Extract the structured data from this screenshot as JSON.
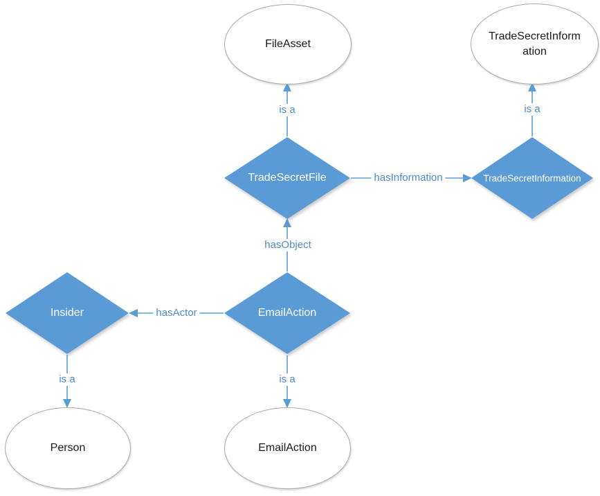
{
  "diagram": {
    "type": "ontology-graph",
    "class_nodes": [
      {
        "label": "FileAsset"
      },
      {
        "label": "TradeSecretInformation"
      },
      {
        "label": "Person"
      },
      {
        "label": "EmailAction"
      }
    ],
    "instance_nodes": [
      {
        "label": "TradeSecretFile"
      },
      {
        "label": "TradeSecretInformation"
      },
      {
        "label": "Insider"
      },
      {
        "label": "EmailAction"
      }
    ],
    "edges": [
      {
        "label": "is a",
        "from": "TradeSecretFile",
        "to": "FileAsset"
      },
      {
        "label": "is a",
        "from": "TradeSecretInformation",
        "to": "TradeSecretInformation"
      },
      {
        "label": "hasInformation",
        "from": "TradeSecretFile",
        "to": "TradeSecretInformation"
      },
      {
        "label": "hasObject",
        "from": "EmailAction",
        "to": "TradeSecretFile"
      },
      {
        "label": "hasActor",
        "from": "EmailAction",
        "to": "Insider"
      },
      {
        "label": "is a",
        "from": "Insider",
        "to": "Person"
      },
      {
        "label": "is a",
        "from": "EmailAction",
        "to": "EmailAction"
      }
    ],
    "colors": {
      "node_fill": "#5b9bd5",
      "edge": "#5b9bd5",
      "edge_label": "#4f8bc9",
      "ellipse_border": "#a9a9a9",
      "ellipse_text": "#1a1a1a",
      "diamond_text": "#ffffff",
      "background": "#ffffff"
    }
  }
}
